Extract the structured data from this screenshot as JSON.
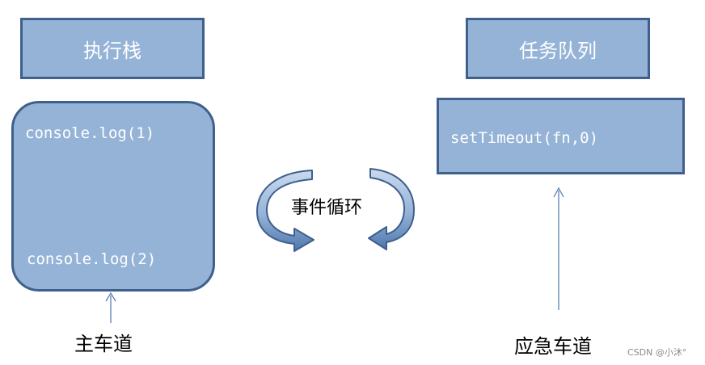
{
  "execution_stack": {
    "title": "执行栈",
    "items": [
      "console.log(1)",
      "console.log(2)"
    ]
  },
  "task_queue": {
    "title": "任务队列",
    "items": [
      "setTimeout(fn,0)"
    ]
  },
  "event_loop": {
    "label": "事件循环"
  },
  "lanes": {
    "main": "主车道",
    "emergency": "应急车道"
  },
  "watermark": "CSDN @小沐°",
  "colors": {
    "box_fill": "#95b3d7",
    "box_border": "#3f5f8c",
    "arrow_line": "#5b7fb5"
  }
}
